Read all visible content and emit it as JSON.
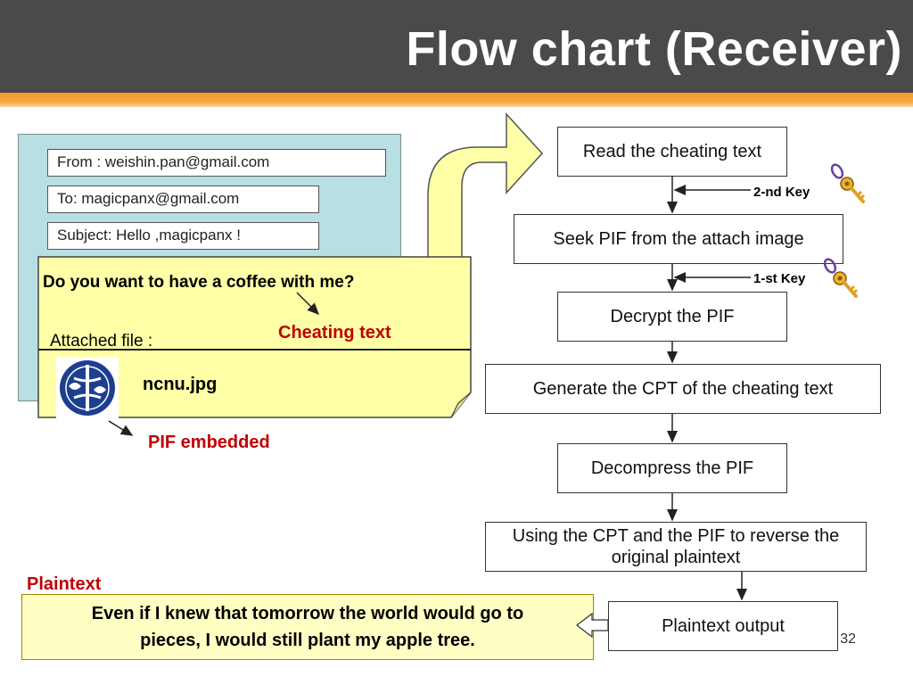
{
  "slide": {
    "title": "Flow chart (Receiver)",
    "page_number": "32"
  },
  "email": {
    "from": "From : weishin.pan@gmail.com",
    "to": "To: magicpanx@gmail.com",
    "subject": "Subject: Hello ,magicpanx !",
    "message": "Do you want to have a coffee with me?",
    "attached_label": "Attached file :",
    "attachment_name": "ncnu.jpg"
  },
  "annotations": {
    "cheating_text": "Cheating text",
    "pif_embedded": "PIF embedded",
    "plaintext_label": "Plaintext"
  },
  "keys": {
    "second": "2-nd Key",
    "first": "1-st  Key"
  },
  "flow": {
    "steps": [
      "Read the cheating text",
      "Seek PIF from the attach image",
      "Decrypt the PIF",
      "Generate the CPT of the cheating text",
      "Decompress the PIF",
      "Using the CPT and the PIF to reverse the original  plaintext",
      "Plaintext output"
    ]
  },
  "plaintext": {
    "line1": "Even if I knew that tomorrow the world would go to",
    "line2": "pieces, I would still plant my apple tree."
  },
  "colors": {
    "header": "#4a4a4a",
    "accent_orange": "#f6a43e",
    "email_bg": "#b8dfe3",
    "note_bg": "#ffffa8",
    "red_text": "#c00000"
  }
}
